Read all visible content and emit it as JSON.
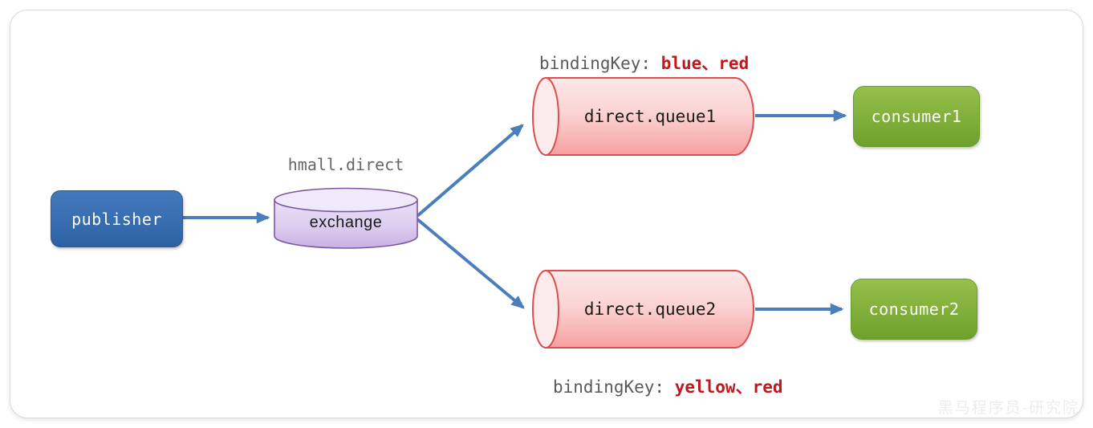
{
  "diagram": {
    "publisher": {
      "label": "publisher"
    },
    "exchange": {
      "label": "exchange",
      "name": "hmall.direct"
    },
    "queue1": {
      "label": "direct.queue1"
    },
    "queue2": {
      "label": "direct.queue2"
    },
    "consumer1": {
      "label": "consumer1"
    },
    "consumer2": {
      "label": "consumer2"
    },
    "binding1": {
      "prefix": "bindingKey: ",
      "keys": "blue、red"
    },
    "binding2": {
      "prefix": "bindingKey: ",
      "keys": "yellow、red"
    },
    "watermark": "黑马程序员-研究院",
    "colors": {
      "arrow": "#4a7ebc",
      "publisher_fill": "#3a70b3",
      "exchange_fill": "#d9c6ee",
      "exchange_border": "#7b58a7",
      "queue_fill": "#f7a2a2",
      "queue_border": "#dd4f4f",
      "consumer_fill": "#84b23c",
      "binding_key_text": "#595959",
      "binding_key_value": "#c0181e",
      "exchange_name_text": "#666666"
    }
  }
}
